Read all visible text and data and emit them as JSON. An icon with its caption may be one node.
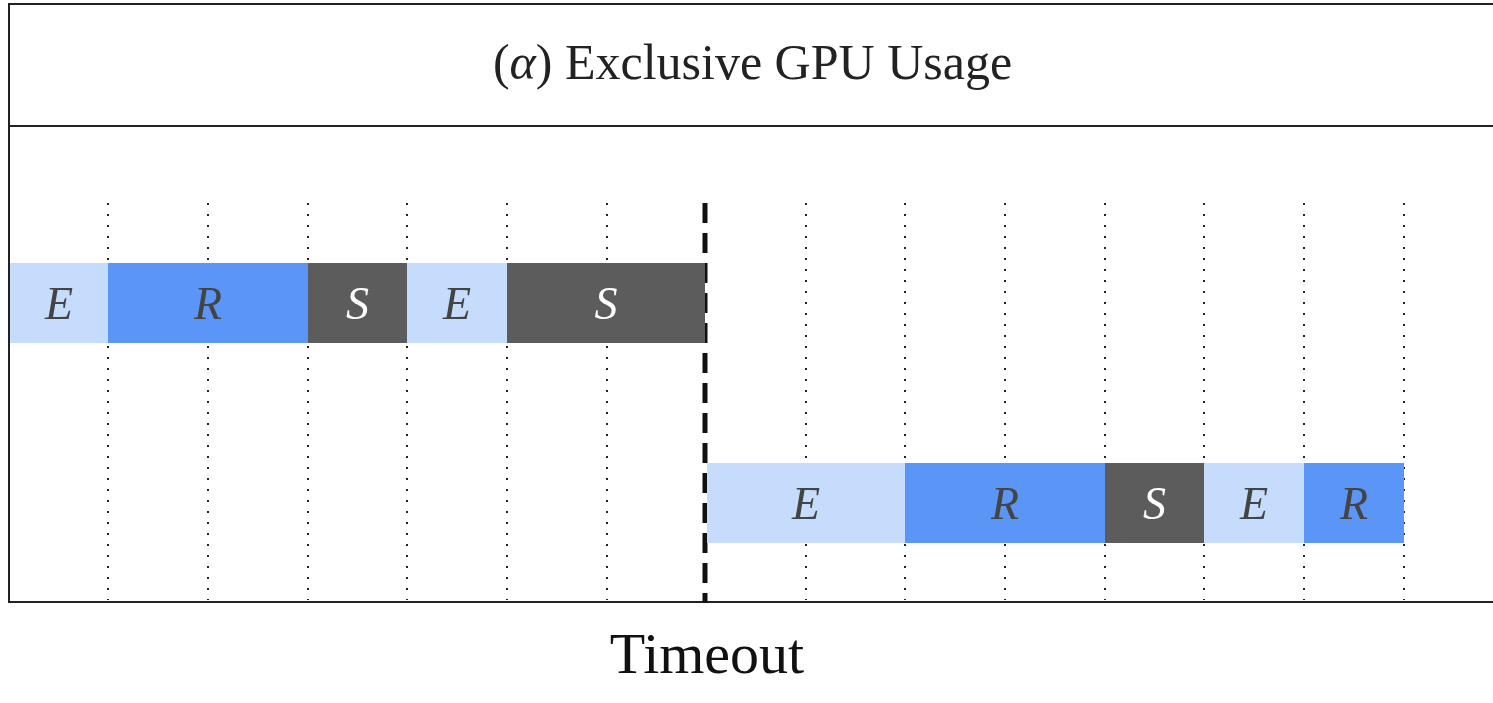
{
  "diagram": {
    "title": "(*α*) Exclusive GPU Usage",
    "nodes": [
      {
        "text": [
          "E"
        ]
      },
      {
        "text": [
          "R"
        ]
      },
      {
        "text": [
          "S"
        ]
      },
      {
        "text": [
          "E"
        ]
      },
      {
        "text": [
          "S"
        ]
      },
      {
        "text": [
          "E"
        ]
      },
      {
        "text": [
          "R"
        ]
      },
      {
        "text": [
          "S"
        ]
      },
      {
        "text": [
          "E"
        ]
      },
      {
        "text": [
          "R"
        ]
      }
    ],
    "labels": [
      "Timeout"
    ]
  }
}
